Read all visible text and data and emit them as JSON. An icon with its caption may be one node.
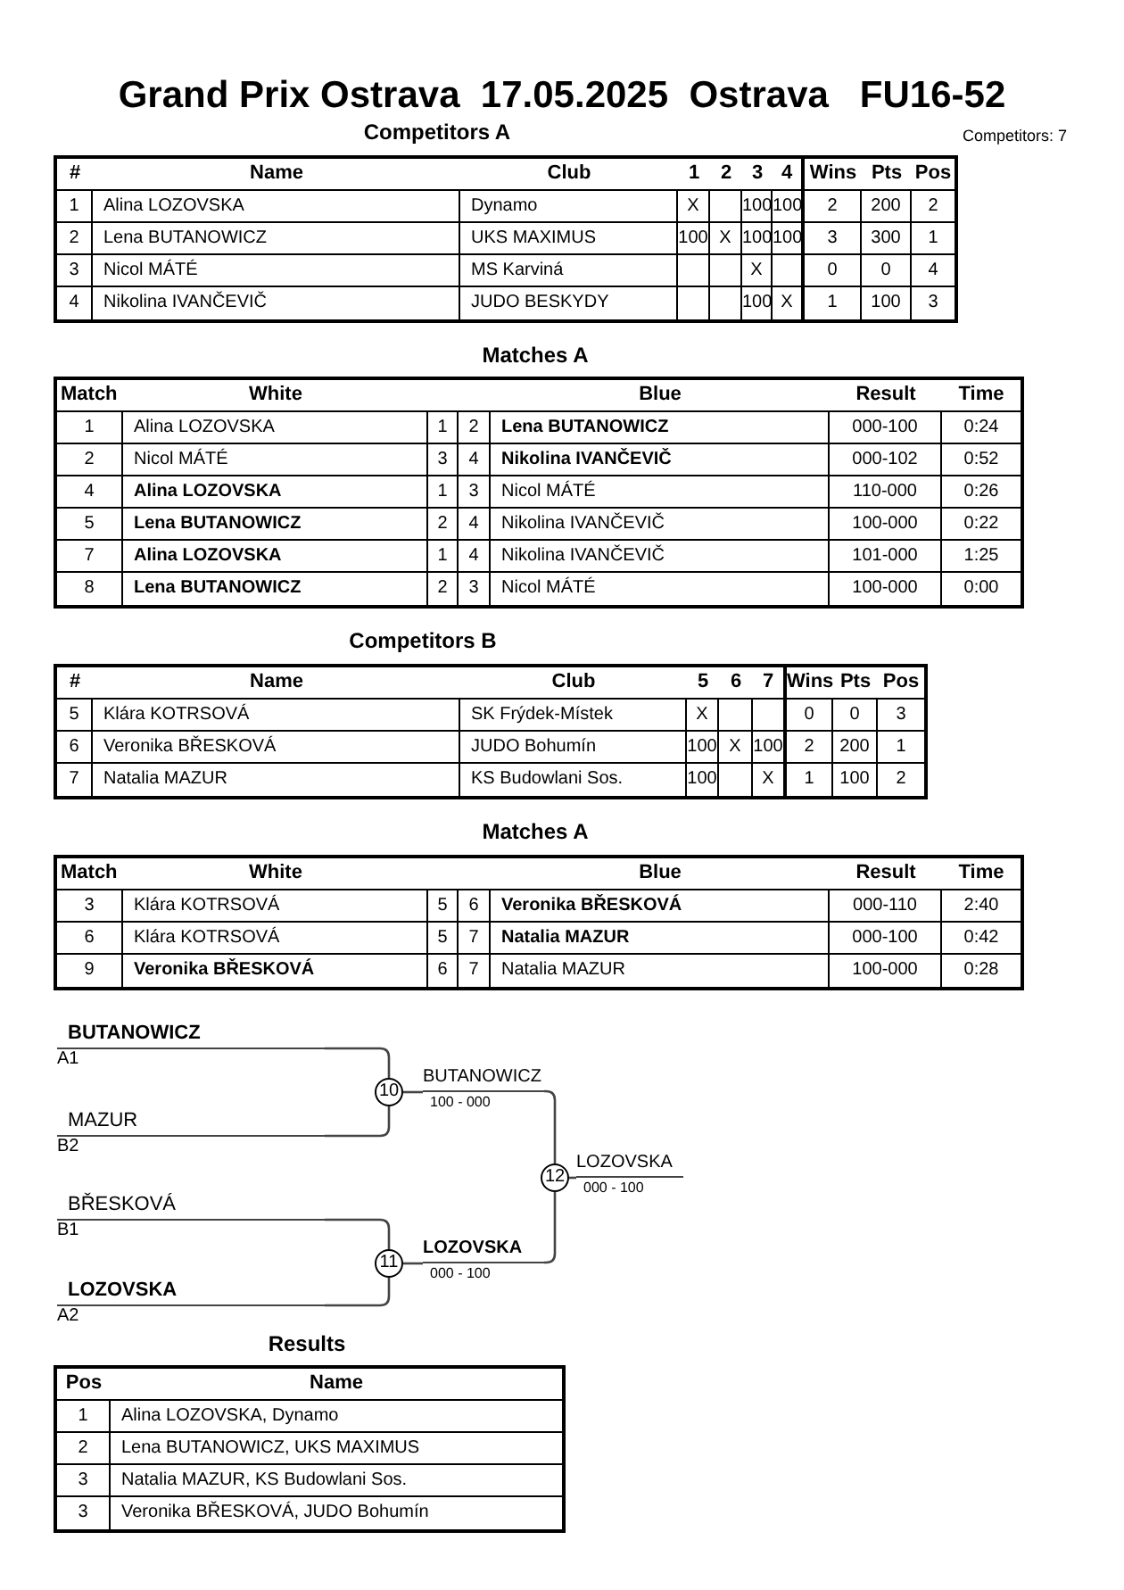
{
  "diagram": {
    "title": "Grand Prix Ostrava  17.05.2025  Ostrava   FU16-52",
    "nodes": [
      {
        "text": [
          "BUTANOWICZ",
          "A1"
        ]
      },
      {
        "text": [
          "MAZUR",
          "B2"
        ]
      },
      {
        "text": [
          "BŘESKOVÁ",
          "B1"
        ]
      },
      {
        "text": [
          "LOZOVSKA",
          "A2"
        ]
      },
      {
        "text": [
          "10"
        ]
      },
      {
        "text": [
          "11"
        ]
      },
      {
        "text": [
          "BUTANOWICZ",
          "100 - 000"
        ]
      },
      {
        "text": [
          "LOZOVSKA",
          "000 - 100"
        ]
      },
      {
        "text": [
          "12"
        ]
      },
      {
        "text": [
          "LOZOVSKA",
          "000 - 100"
        ]
      }
    ],
    "edges": [
      {
        "from": 0,
        "to": 4,
        "arrow": "none"
      },
      {
        "from": 1,
        "to": 4,
        "arrow": "none"
      },
      {
        "from": 2,
        "to": 5,
        "arrow": "none"
      },
      {
        "from": 3,
        "to": 5,
        "arrow": "none"
      },
      {
        "from": 4,
        "to": 6,
        "arrow": "none"
      },
      {
        "from": 5,
        "to": 7,
        "arrow": "none"
      },
      {
        "from": 6,
        "to": 8,
        "arrow": "none"
      },
      {
        "from": 7,
        "to": 8,
        "arrow": "none"
      },
      {
        "from": 8,
        "to": 9,
        "arrow": "none"
      }
    ],
    "labels": [
      "Competitors A",
      "Competitors: 7",
      "#",
      "Name",
      "Club",
      "1",
      "2",
      "3",
      "4",
      "Wins",
      "Pts",
      "Pos",
      "1",
      "Alina LOZOVSKA",
      "Dynamo",
      "X",
      "100",
      "100",
      "2",
      "200",
      "2",
      "2",
      "Lena BUTANOWICZ",
      "UKS MAXIMUS",
      "100",
      "X",
      "100",
      "100",
      "3",
      "300",
      "1",
      "3",
      "Nicol MÁTÉ",
      "MS Karviná",
      "X",
      "0",
      "0",
      "4",
      "4",
      "Nikolina IVANČEVIČ",
      "JUDO BESKYDY",
      "100",
      "X",
      "1",
      "100",
      "3",
      "Matches A",
      "Match",
      "White",
      "Blue",
      "Result",
      "Time",
      "1",
      "Alina LOZOVSKA",
      "1",
      "2",
      "Lena BUTANOWICZ",
      "000-100",
      "0:24",
      "2",
      "Nicol MÁTÉ",
      "3",
      "4",
      "Nikolina IVANČEVIČ",
      "000-102",
      "0:52",
      "4",
      "Alina LOZOVSKA",
      "1",
      "3",
      "Nicol MÁTÉ",
      "110-000",
      "0:26",
      "5",
      "Lena BUTANOWICZ",
      "2",
      "4",
      "Nikolina IVANČEVIČ",
      "100-000",
      "0:22",
      "7",
      "Alina LOZOVSKA",
      "1",
      "4",
      "Nikolina IVANČEVIČ",
      "101-000",
      "1:25",
      "8",
      "Lena BUTANOWICZ",
      "2",
      "3",
      "Nicol MÁTÉ",
      "100-000",
      "0:00",
      "Competitors B",
      "#",
      "Name",
      "Club",
      "5",
      "6",
      "7",
      "Wins",
      "Pts",
      "Pos",
      "5",
      "Klára KOTRSOVÁ",
      "SK Frýdek-Místek",
      "X",
      "0",
      "0",
      "3",
      "6",
      "Veronika BŘESKOVÁ",
      "JUDO Bohumín",
      "100",
      "X",
      "100",
      "2",
      "200",
      "1",
      "7",
      "Natalia MAZUR",
      "KS Budowlani Sos.",
      "100",
      "X",
      "1",
      "100",
      "2",
      "Matches A",
      "Match",
      "White",
      "Blue",
      "Result",
      "Time",
      "3",
      "Klára KOTRSOVÁ",
      "5",
      "6",
      "Veronika BŘESKOVÁ",
      "000-110",
      "2:40",
      "6",
      "Klára KOTRSOVÁ",
      "5",
      "7",
      "Natalia MAZUR",
      "000-100",
      "0:42",
      "9",
      "Veronika BŘESKOVÁ",
      "6",
      "7",
      "Natalia MAZUR",
      "100-000",
      "0:28",
      "Results",
      "Pos",
      "Name",
      "1",
      "Alina LOZOVSKA, Dynamo",
      "2",
      "Lena BUTANOWICZ, UKS MAXIMUS",
      "3",
      "Natalia MAZUR, KS Budowlani Sos.",
      "3",
      "Veronika BŘESKOVÁ, JUDO Bohumín"
    ]
  }
}
